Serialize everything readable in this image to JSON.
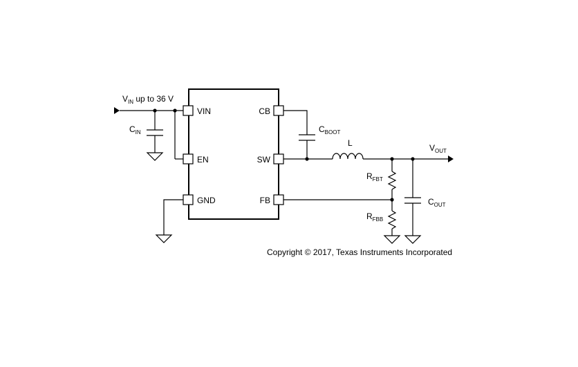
{
  "schematic": {
    "ic": {
      "pins": {
        "vin": "VIN",
        "en": "EN",
        "gnd": "GND",
        "cb": "CB",
        "sw": "SW",
        "fb": "FB"
      }
    },
    "input": {
      "main": "V",
      "sub": "IN",
      "suffix": " up to 36 V"
    },
    "c_in": {
      "main": "C",
      "sub": "IN"
    },
    "c_boot": {
      "main": "C",
      "sub": "BOOT"
    },
    "inductor": {
      "main": "L"
    },
    "output": {
      "main": "V",
      "sub": "OUT"
    },
    "r_fbt": {
      "main": "R",
      "sub": "FBT"
    },
    "r_fbb": {
      "main": "R",
      "sub": "FBB"
    },
    "c_out": {
      "main": "C",
      "sub": "OUT"
    },
    "copyright": "Copyright © 2017, Texas Instruments Incorporated"
  }
}
